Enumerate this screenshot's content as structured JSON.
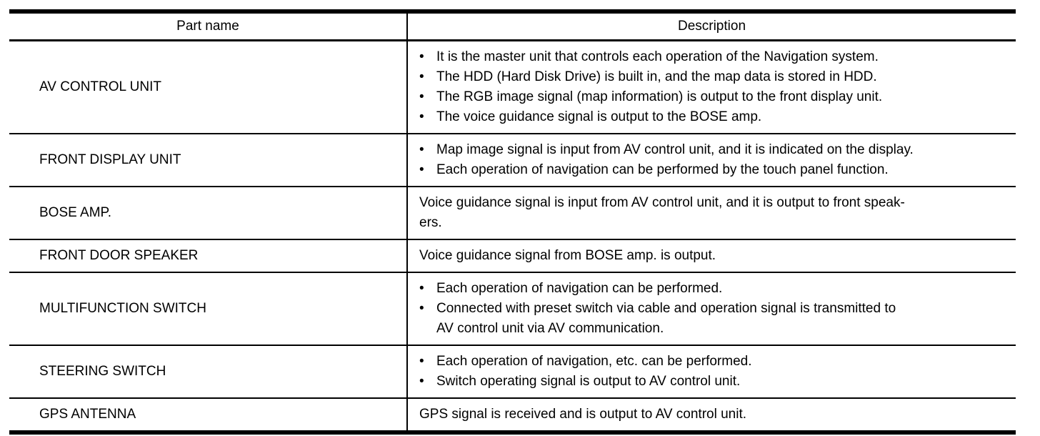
{
  "table": {
    "bullet_glyph": "•",
    "colors": {
      "border": "#000000",
      "text": "#000000",
      "background": "#ffffff"
    },
    "headers": [
      {
        "label": "Part name"
      },
      {
        "label": "Description"
      }
    ],
    "rows": [
      {
        "part": "AV CONTROL UNIT",
        "description": [
          {
            "bullet": true,
            "text": "It is the master unit that controls each operation of the Navigation system."
          },
          {
            "bullet": true,
            "text": "The HDD (Hard Disk Drive) is built in, and the map data is stored in HDD."
          },
          {
            "bullet": true,
            "text": "The RGB image signal (map information) is output to the front display unit."
          },
          {
            "bullet": true,
            "text": "The voice guidance signal is output to the BOSE amp."
          }
        ]
      },
      {
        "part": "FRONT DISPLAY UNIT",
        "description": [
          {
            "bullet": true,
            "text": "Map image signal is input from AV control unit, and it is indicated on the display."
          },
          {
            "bullet": true,
            "text": "Each operation of navigation can be performed by the touch panel function."
          }
        ]
      },
      {
        "part": "BOSE AMP.",
        "description": [
          {
            "bullet": false,
            "text": "Voice guidance signal is input from AV control unit, and it is output to front speak-\ners."
          }
        ]
      },
      {
        "part": "FRONT DOOR SPEAKER",
        "description": [
          {
            "bullet": false,
            "text": "Voice guidance signal from BOSE amp. is output."
          }
        ]
      },
      {
        "part": "MULTIFUNCTION SWITCH",
        "description": [
          {
            "bullet": true,
            "text": "Each operation of navigation can be performed."
          },
          {
            "bullet": true,
            "text": "Connected with preset switch via cable and operation signal is transmitted to\nAV control unit via AV communication."
          }
        ]
      },
      {
        "part": "STEERING SWITCH",
        "description": [
          {
            "bullet": true,
            "text": "Each operation of navigation, etc. can be performed."
          },
          {
            "bullet": true,
            "text": "Switch operating signal is output to AV control unit."
          }
        ]
      },
      {
        "part": "GPS ANTENNA",
        "description": [
          {
            "bullet": false,
            "text": "GPS signal is received and is output to AV control unit."
          }
        ]
      }
    ]
  }
}
